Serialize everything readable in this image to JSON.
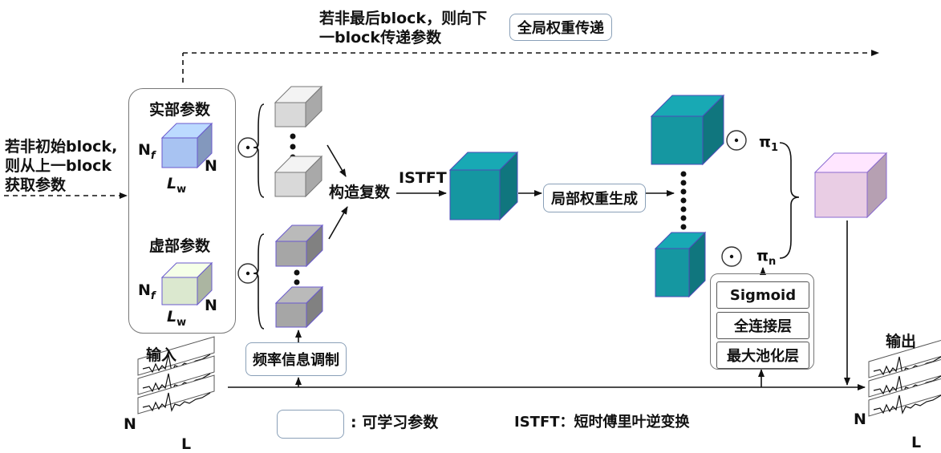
{
  "top_note": {
    "line1": "若非最后block，则向下",
    "line2": "一block传递参数"
  },
  "global_weight_label": "全局权重传递",
  "left_note": {
    "line1": "若非初始block,",
    "line2": "则从上一block",
    "line3": "获取参数"
  },
  "param_panel": {
    "real_title": "实部参数",
    "imag_title": "虚部参数",
    "nf_base": "N",
    "nf_sub": "f",
    "n_label": "N",
    "lw_base": "L",
    "lw_sub": "w"
  },
  "construct_label": "构造复数",
  "freq_mod_label": "频率信息调制",
  "istft_label": "ISTFT",
  "local_weight_label": "局部权重生成",
  "pi1_base": "π",
  "pi1_sub": "1",
  "pin_base": "π",
  "pin_sub": "n",
  "stack": {
    "sigmoid": "Sigmoid",
    "fc": "全连接层",
    "maxpool": "最大池化层"
  },
  "input": {
    "title": "输入",
    "n_label": "N",
    "l_label": "L"
  },
  "output": {
    "title": "输出",
    "n_label": "N",
    "l_label": "L"
  },
  "legend": {
    "learnable": ": 可学习参数",
    "istft_def": "ISTFT：短时傅里叶逆变换"
  },
  "colors": {
    "real_cube": "#a8c3f2",
    "imag_cube": "#dbe8cf",
    "light_gray_cube": "#d9d9d9",
    "dark_gray_cube": "#a6a6a6",
    "teal_cube": "#1597a1",
    "pink_cube": "#e9cde4"
  }
}
